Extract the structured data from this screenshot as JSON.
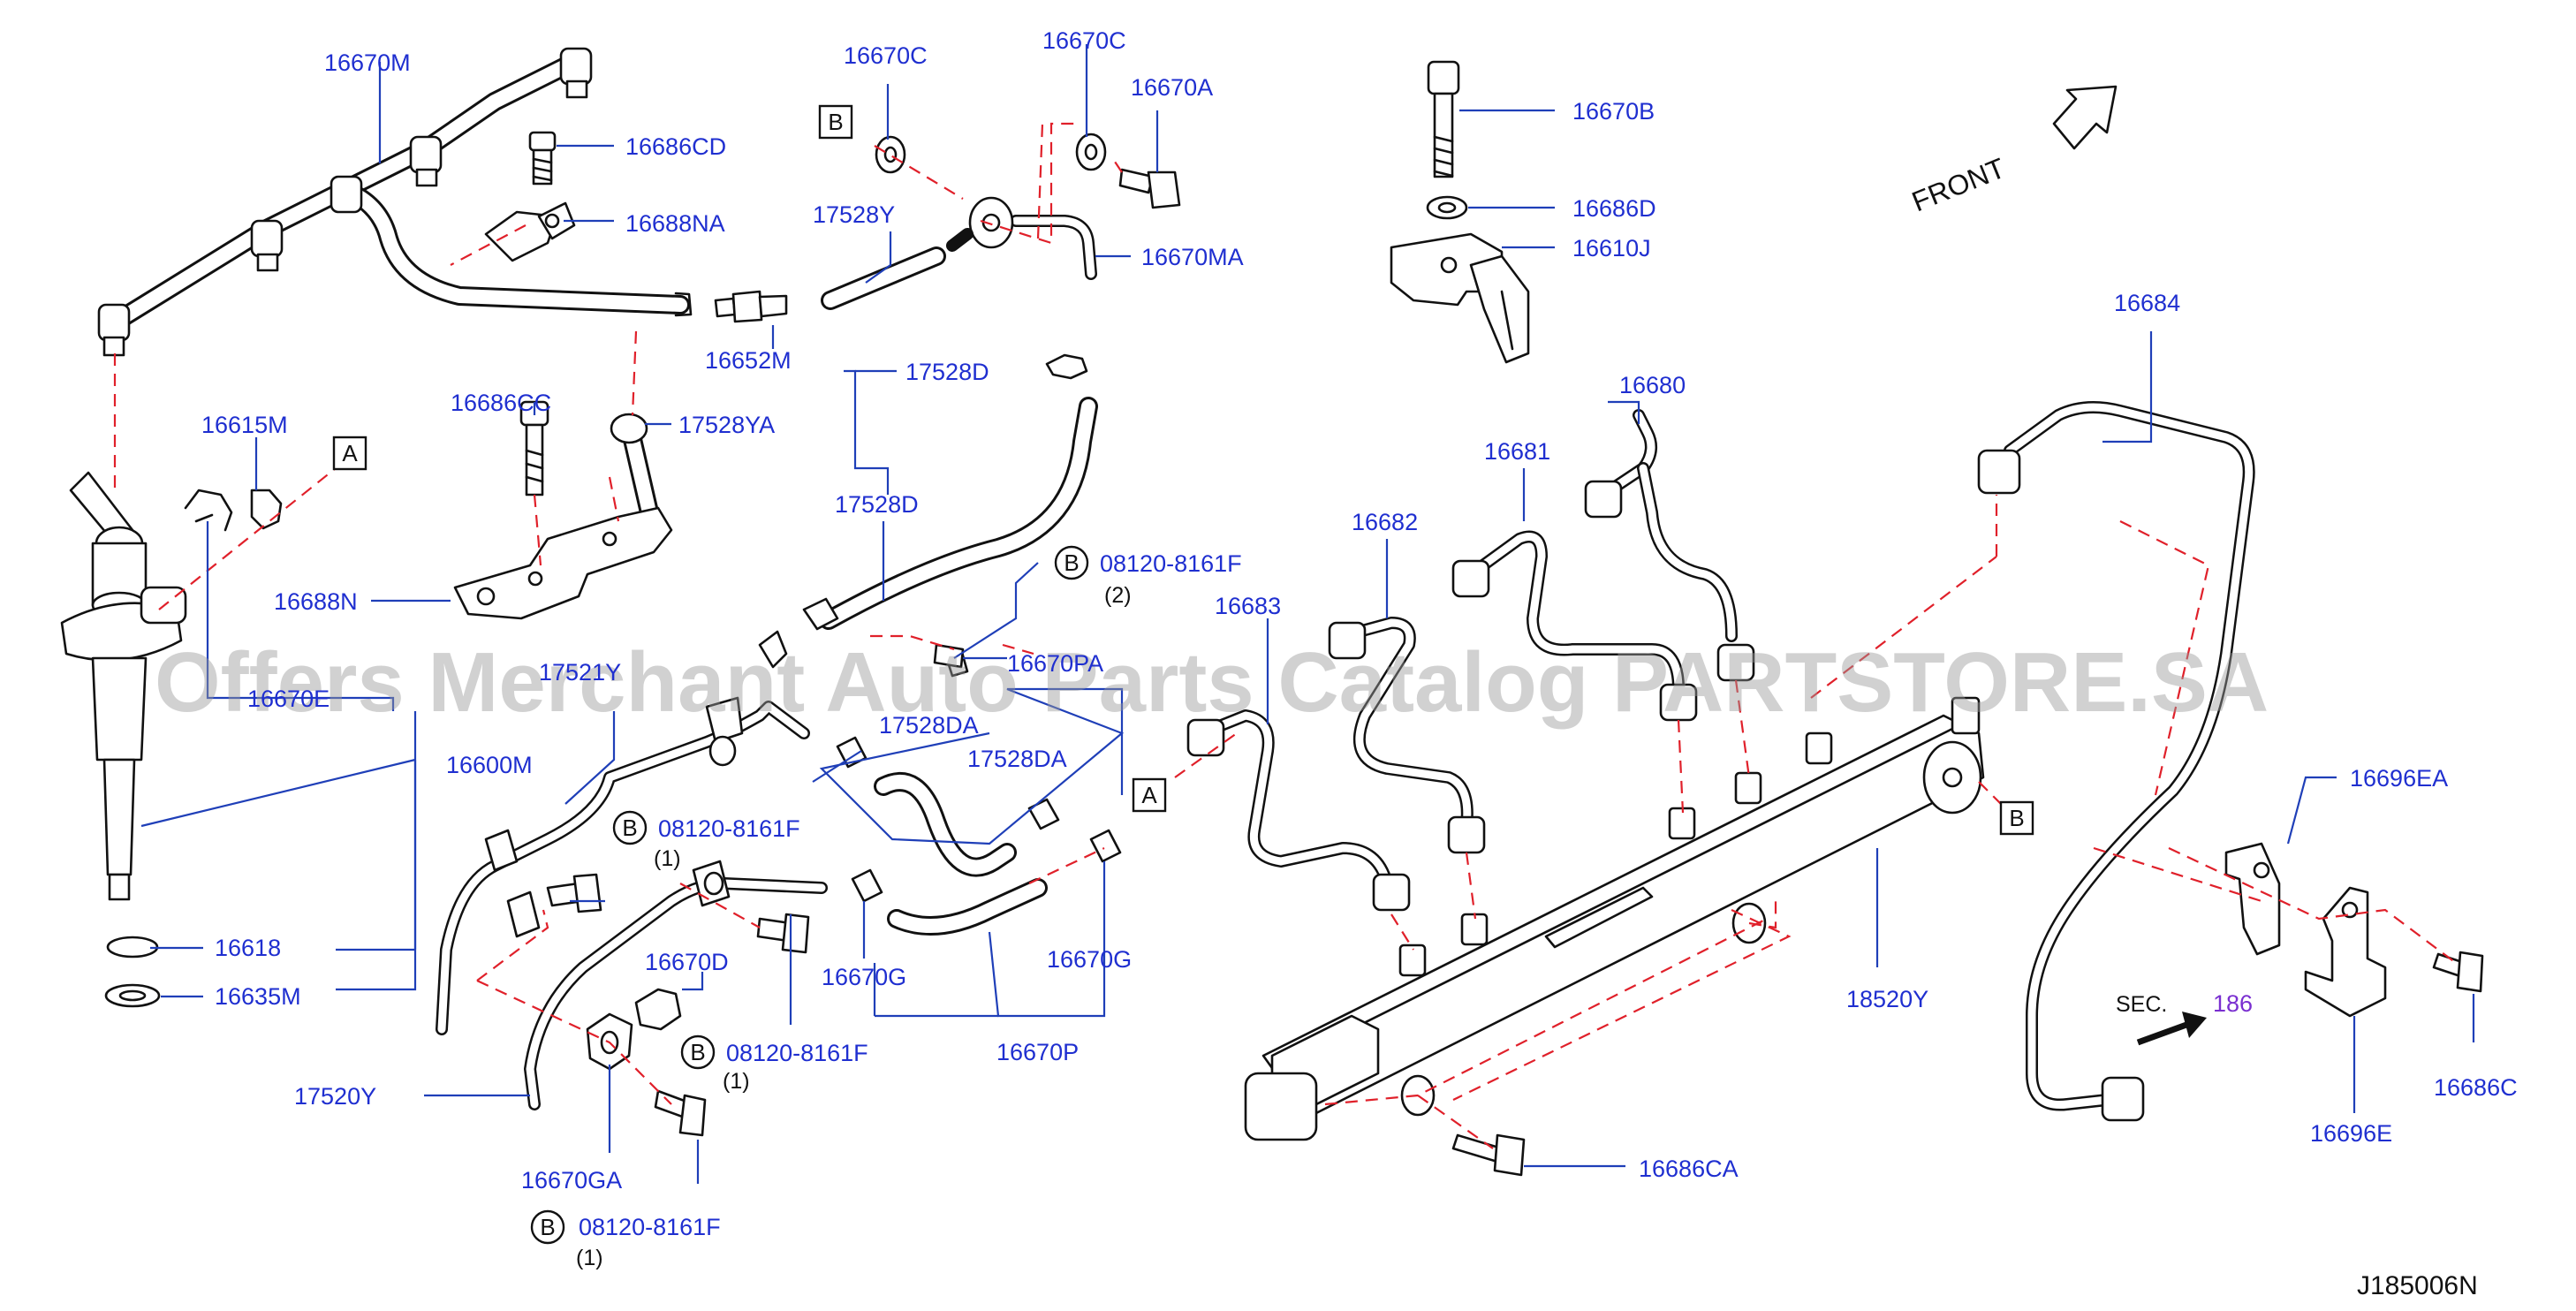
{
  "labels": {
    "p16670M": "16670M",
    "p16686CD": "16686CD",
    "p16688NA": "16688NA",
    "p16670C_a": "16670C",
    "p16670C_b": "16670C",
    "p16670A": "16670A",
    "p17528Y": "17528Y",
    "p16670MA": "16670MA",
    "p16652M": "16652M",
    "p16670B": "16670B",
    "p16686D": "16686D",
    "p16610J": "16610J",
    "p16615M": "16615M",
    "p16686CC": "16686CC",
    "p17528YA": "17528YA",
    "p17528D_a": "17528D",
    "p17528D_b": "17528D",
    "p16688N": "16688N",
    "p08120_2": "08120-8161F",
    "p08120_2q": "(2)",
    "p16670E": "16670E",
    "p17521Y": "17521Y",
    "p16670PA": "16670PA",
    "p17528DA_a": "17528DA",
    "p17528DA_b": "17528DA",
    "p16600M": "16600M",
    "p08120_1a": "08120-8161F",
    "p08120_1aq": "(1)",
    "p16618": "16618",
    "p16635M": "16635M",
    "p16670D": "16670D",
    "p16670G_a": "16670G",
    "p16670G_b": "16670G",
    "p16670P": "16670P",
    "p08120_1b": "08120-8161F",
    "p08120_1bq": "(1)",
    "p17520Y": "17520Y",
    "p16670GA": "16670GA",
    "p08120_1c": "08120-8161F",
    "p08120_1cq": "(1)",
    "p16680": "16680",
    "p16681": "16681",
    "p16682": "16682",
    "p16683": "16683",
    "p16684": "16684",
    "p18520Y": "18520Y",
    "p16696EA": "16696EA",
    "p16696E": "16696E",
    "p16686C": "16686C",
    "p16686CA": "16686CA",
    "sec": "SEC.",
    "sec_num": "186"
  },
  "markers": {
    "boxB": "B",
    "boxA": "A",
    "circleB": "B"
  },
  "front": "FRONT",
  "watermark": "Offers Merchant Auto Parts Catalog PARTSTORE.SA",
  "diagram_code": "J185006N",
  "colors": {
    "label": "#1f2fd0",
    "leader": "#1f3fb8",
    "dashed_link": "#e0202a",
    "part_outline": "#111111",
    "watermark": "#9a9a9a"
  }
}
